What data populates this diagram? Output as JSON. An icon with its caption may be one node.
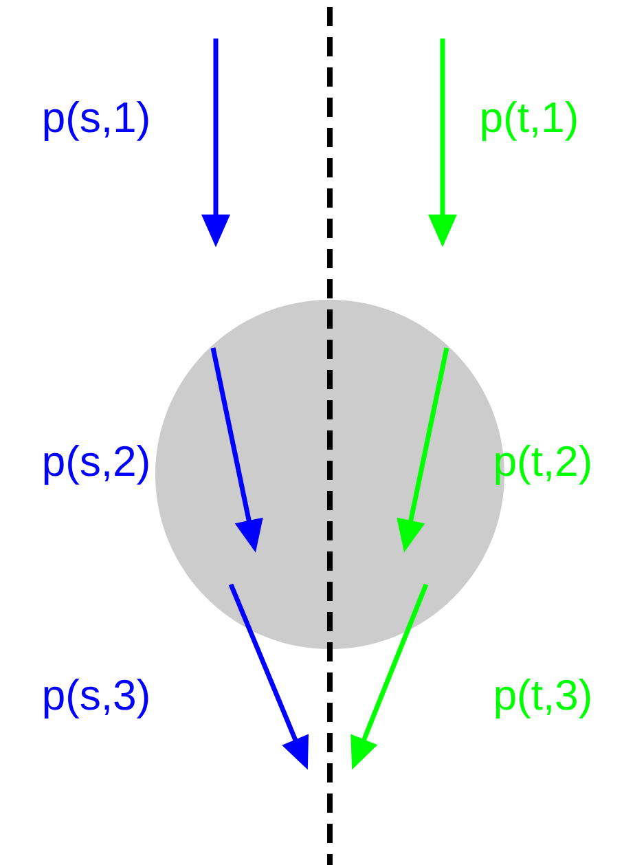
{
  "diagram": {
    "nodes": [
      {
        "text": [],
        "shape": "circle"
      }
    ],
    "labels": [
      "p(s,1)",
      "p(s,2)",
      "p(s,3)",
      "p(t,1)",
      "p(t,2)",
      "p(t,3)"
    ]
  }
}
